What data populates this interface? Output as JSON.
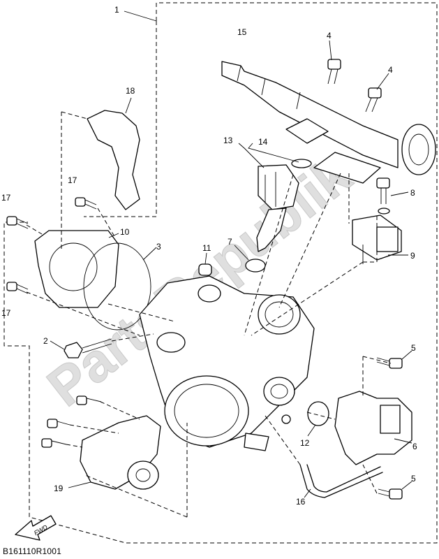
{
  "callouts": {
    "c1": "1",
    "c2": "2",
    "c3": "3",
    "c4a": "4",
    "c4b": "4",
    "c5a": "5",
    "c5b": "5",
    "c6": "6",
    "c7": "7",
    "c8": "8",
    "c9": "9",
    "c10": "10",
    "c11": "11",
    "c12": "12",
    "c13": "13",
    "c14": "14",
    "c15": "15",
    "c16": "16",
    "c17a": "17",
    "c17b": "17",
    "c17c": "17",
    "c18": "18",
    "c19": "19"
  },
  "fwd_label": "FWD",
  "watermark": "PartsRepublik",
  "diagram_code": "B161110R1001"
}
